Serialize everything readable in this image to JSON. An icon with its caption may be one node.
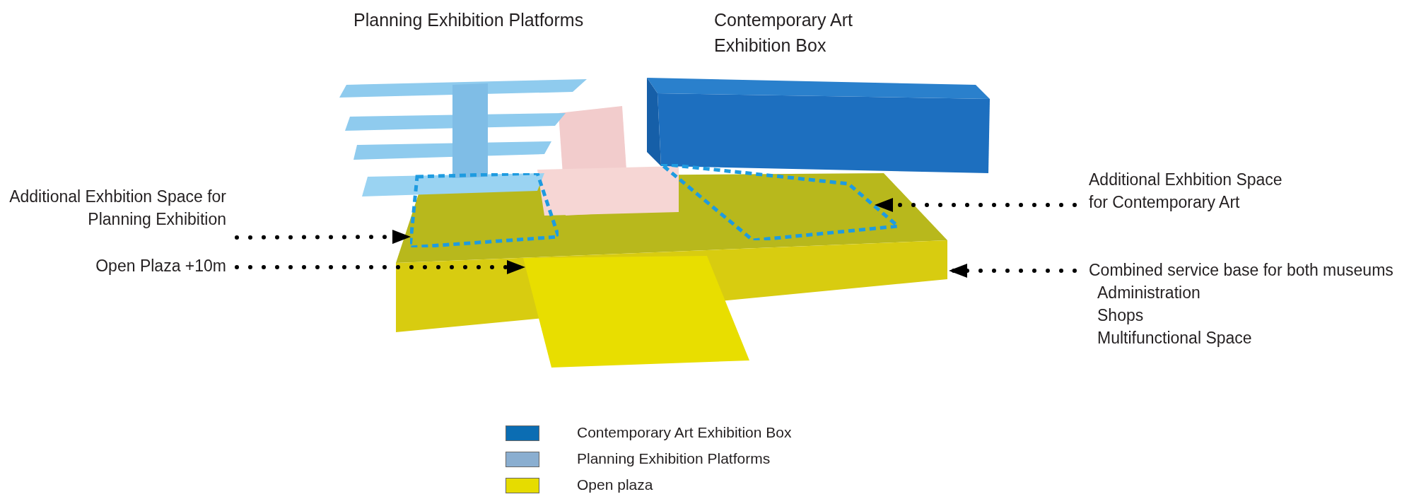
{
  "diagram": {
    "nodes": [
      {
        "text": [
          "Additional Exhbition Space for Planning Exhibition"
        ]
      },
      {
        "text": [
          "Open Plaza +10m"
        ]
      },
      {
        "text": [
          "Additional Exhbition Space for Contemporary Art"
        ]
      },
      {
        "text": [
          "Combined service base for both museums",
          "Administration",
          "Shops",
          "Multifunctional Space"
        ]
      },
      {
        "text": [],
        "shape": "box"
      },
      {
        "text": [],
        "shape": "box"
      },
      {
        "text": [],
        "shape": "box"
      },
      {
        "text": [],
        "shape": "box"
      }
    ],
    "edges": [
      {
        "from": 0,
        "to": 4,
        "arrow": "to"
      },
      {
        "from": 1,
        "to": 5,
        "arrow": "to"
      },
      {
        "from": 2,
        "to": 6,
        "arrow": "to"
      },
      {
        "from": 3,
        "to": 7,
        "arrow": "to"
      }
    ],
    "labels": [
      "Planning Exhibition Platforms",
      "Contemporary Art Exhibition Box"
    ],
    "legend": [
      {
        "text": "Contemporary Art Exhibition Box",
        "color": "#0b6db3"
      },
      {
        "text": "Planning Exhibition Platforms",
        "color": "#8aaed0"
      },
      {
        "text": "Open plaza",
        "color": "#e6dc00"
      }
    ]
  }
}
